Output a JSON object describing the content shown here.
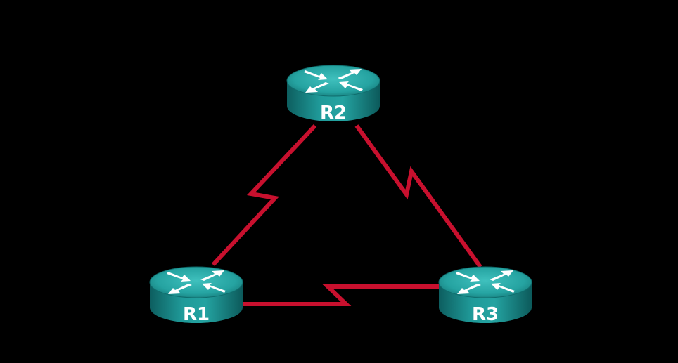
{
  "diagram": {
    "type": "network-topology",
    "background_color": "#000000",
    "link_color": "#c8102e",
    "router_color": "#1a8a8a",
    "routers": [
      {
        "id": "r1",
        "label": "R1"
      },
      {
        "id": "r2",
        "label": "R2"
      },
      {
        "id": "r3",
        "label": "R3"
      }
    ],
    "links": [
      {
        "id": "r1-r2",
        "from": "R1",
        "to": "R2",
        "media": "serial"
      },
      {
        "id": "r2-r3",
        "from": "R2",
        "to": "R3",
        "media": "serial"
      },
      {
        "id": "r1-r3",
        "from": "R1",
        "to": "R3",
        "media": "serial"
      }
    ]
  }
}
